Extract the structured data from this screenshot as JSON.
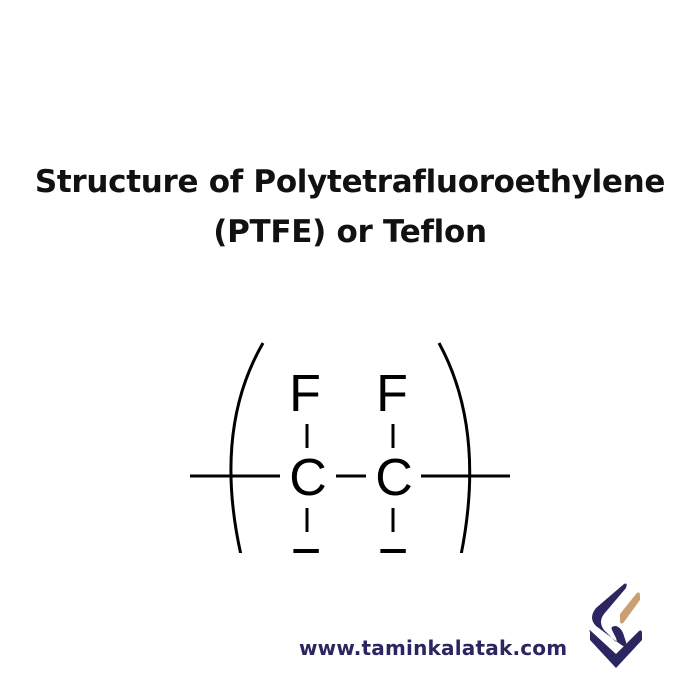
{
  "title": {
    "line1": "Structure of Polytetrafluoroethylene",
    "line2": "(PTFE) or Teflon"
  },
  "structure": {
    "atoms": {
      "top_left": "F",
      "top_right": "F",
      "carbon_left": "C",
      "carbon_right": "C",
      "bottom_left": "F",
      "bottom_right": "F"
    },
    "description": "PTFE repeating unit: -(CF2-CF2)n- enclosed in brackets, bottom portion cropped"
  },
  "footer": {
    "url": "www.taminkalatak.com"
  },
  "logo": {
    "name": "taminkalatak-logo-icon",
    "primary_color": "#2a2660",
    "accent_color": "#c9a071"
  }
}
